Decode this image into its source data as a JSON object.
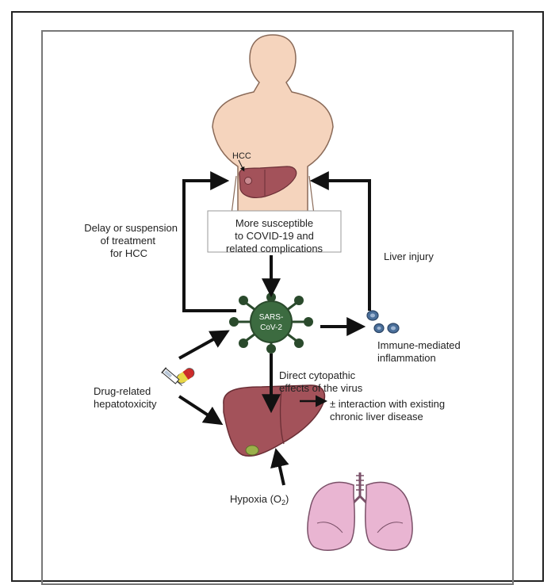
{
  "labels": {
    "hcc": "HCC",
    "susceptible": [
      "More susceptible",
      "to COVID-19 and",
      "related complications"
    ],
    "delay": [
      "Delay or suspension",
      "of treatment",
      "for HCC"
    ],
    "liver_injury": "Liver injury",
    "virus": [
      "SARS-",
      "CoV-2"
    ],
    "immune": [
      "Immune-mediated",
      "inflammation"
    ],
    "direct": [
      "Direct cytopathic",
      "effects of the virus"
    ],
    "drug": [
      "Drug-related",
      "hepatotoxicity"
    ],
    "interaction": [
      "± interaction with existing",
      "chronic liver disease"
    ],
    "hypoxia": "Hypoxia (O",
    "hypoxia_sub": "2",
    "hypoxia_close": ")"
  },
  "colors": {
    "skin": "#f5d4bd",
    "skin_outline": "#8a6a58",
    "liver": "#a3525a",
    "liver_outline": "#6a2e35",
    "virus": "#3c6b40",
    "virus_dark": "#2a4a2c",
    "immune_cell": "#4a6f9a",
    "lung": "#e9b5d2",
    "lung_outline": "#7a5068",
    "arrow": "#111111"
  },
  "icons": [
    "human-body-icon",
    "liver-icon",
    "virus-icon",
    "immune-cell-icon",
    "pill-icon",
    "syringe-icon",
    "lungs-icon"
  ]
}
